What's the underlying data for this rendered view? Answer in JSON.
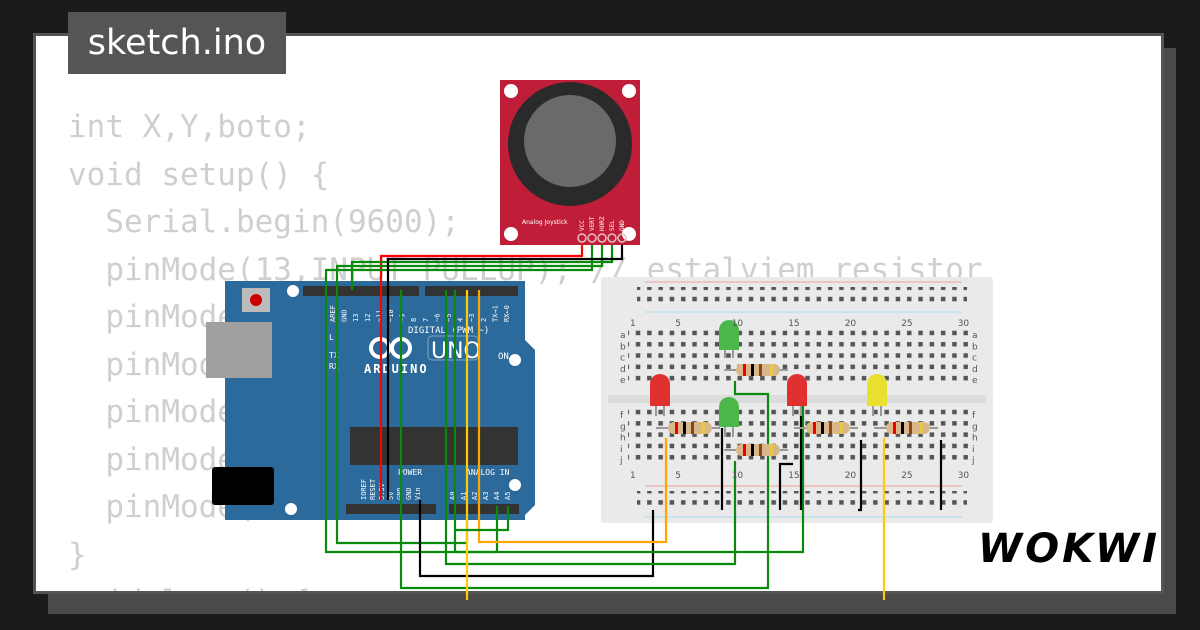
{
  "title": "sketch.ino",
  "code_lines": [
    "int X,Y,boto;",
    "void setup() {",
    "  Serial.begin(9600);",
    "  pinMode(13,INPUT_PULLUP); // estalviem resistor",
    "  pinMode(",
    "  pinMode(",
    "  pinMode(",
    "  pinMode(",
    "  pinMode(",
    "}",
    "void loop() {"
  ],
  "board": {
    "name": "ARDUINO",
    "model": "UNO",
    "on_label": "ON",
    "digital_label": "DIGITAL (PWM ~)",
    "power_label": "POWER",
    "analog_label": "ANALOG IN",
    "leds": [
      "L",
      "TX",
      "RX"
    ],
    "digital_pins": [
      "AREF",
      "GND",
      "13",
      "12",
      "~11",
      "~10",
      "~9",
      "8",
      "7",
      "~6",
      "~5",
      "4",
      "~3",
      "2",
      "TX→1",
      "RX←0"
    ],
    "power_pins": [
      "IOREF",
      "RESET",
      "3.3V",
      "5V",
      "GND",
      "GND",
      "Vin"
    ],
    "analog_pins": [
      "A0",
      "A1",
      "A2",
      "A3",
      "A4",
      "A5"
    ]
  },
  "joystick": {
    "label": "Analog Joystick",
    "pins": [
      "VCC",
      "VERT",
      "HORZ",
      "SEL",
      "GND"
    ]
  },
  "breadboard": {
    "columns": [
      "1",
      "5",
      "10",
      "15",
      "20",
      "25",
      "30"
    ],
    "rows_top": [
      "a",
      "b",
      "c",
      "d",
      "e"
    ],
    "rows_bottom": [
      "f",
      "g",
      "h",
      "i",
      "j"
    ]
  },
  "logo": "WOKWI",
  "colors": {
    "board": "#2b6a9b",
    "joystick": "#c01e38",
    "led_red": "#e03030",
    "led_green": "#4cb84c",
    "led_yellow": "#e8e02c",
    "wire_green": "#0a8a0a",
    "wire_red": "#ff0000",
    "wire_black": "#000000",
    "wire_yellow": "#ffcc00",
    "wire_orange": "#ffa500"
  }
}
